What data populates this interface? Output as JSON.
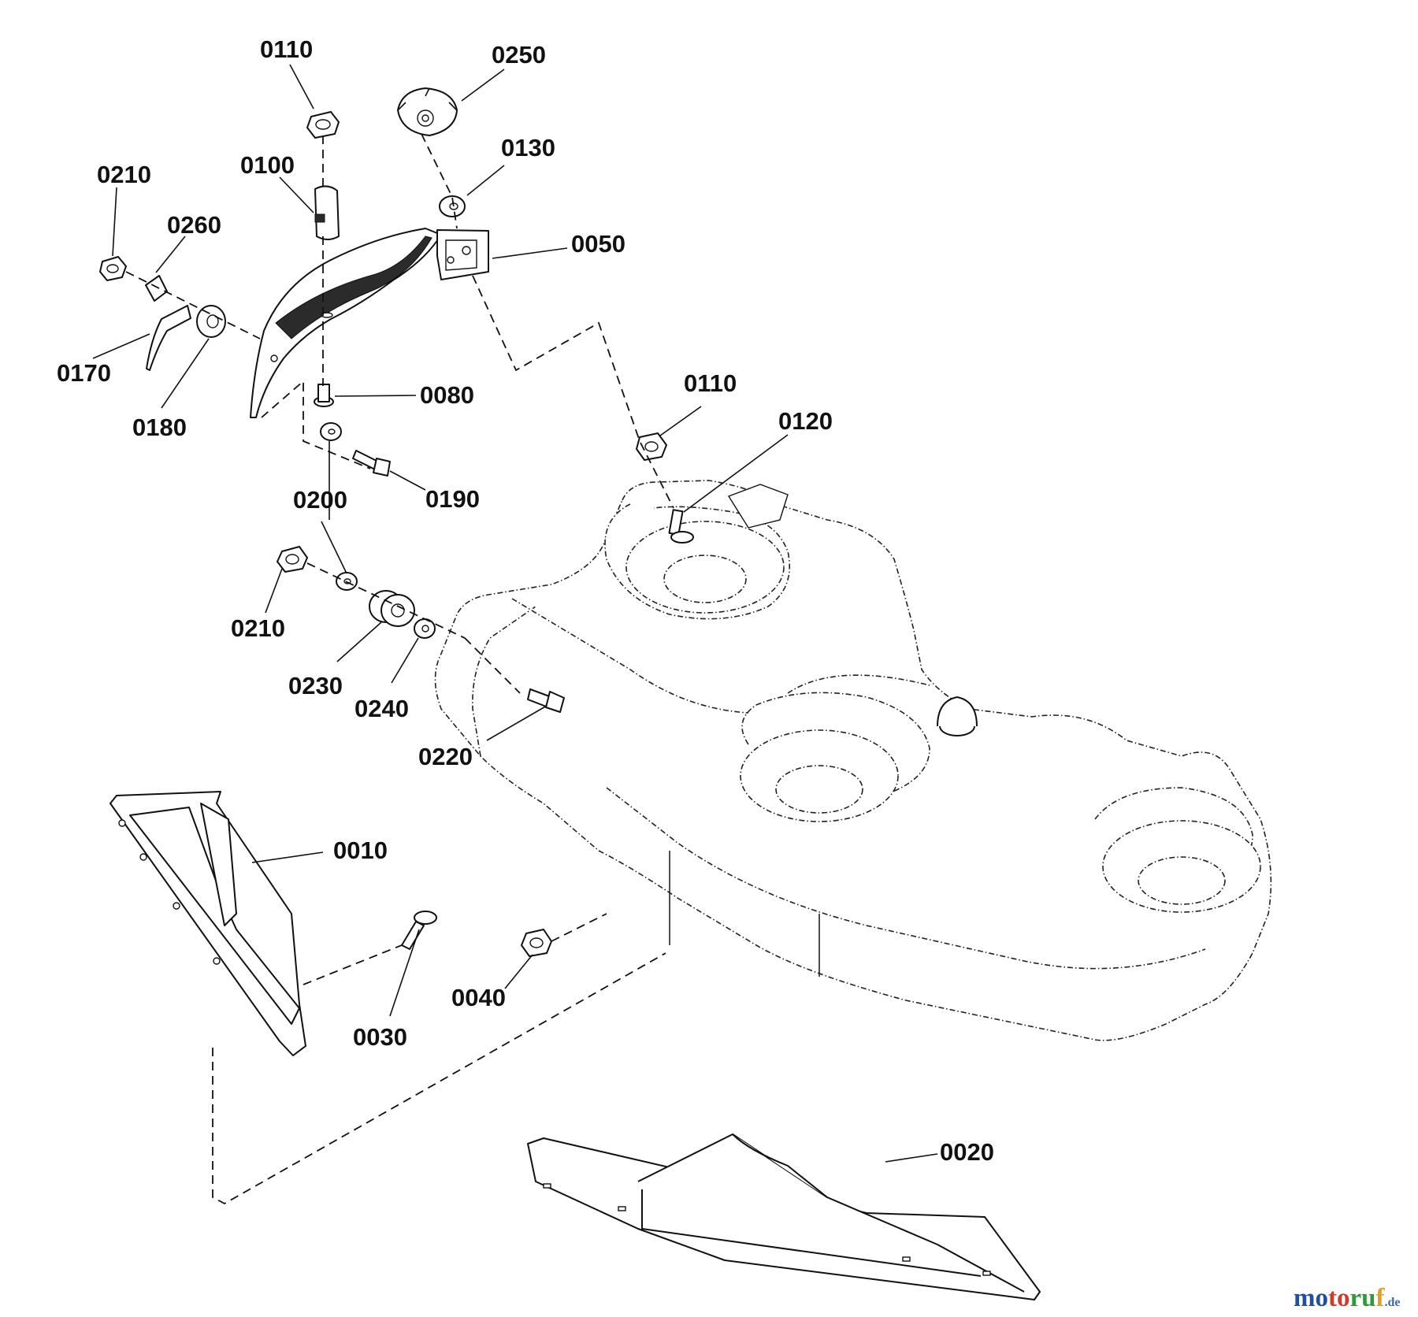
{
  "diagram": {
    "callouts": {
      "c0110a": "0110",
      "c0250": "0250",
      "c0210a": "0210",
      "c0100": "0100",
      "c0130": "0130",
      "c0260": "0260",
      "c0050": "0050",
      "c0170": "0170",
      "c0180": "0180",
      "c0080": "0080",
      "c0110b": "0110",
      "c0120": "0120",
      "c0200": "0200",
      "c0190": "0190",
      "c0210b": "0210",
      "c0230": "0230",
      "c0240": "0240",
      "c0220": "0220",
      "c0010": "0010",
      "c0030": "0030",
      "c0040": "0040",
      "c0020": "0020"
    }
  },
  "watermark": {
    "text_mo": "mo",
    "text_to": "to",
    "text_ru": "ru",
    "text_f": "f",
    "suffix": ".de",
    "colors": {
      "mo": "#1f4fa0",
      "to": "#d23a2a",
      "ru": "#2f9a3a",
      "f": "#e0a020"
    }
  }
}
